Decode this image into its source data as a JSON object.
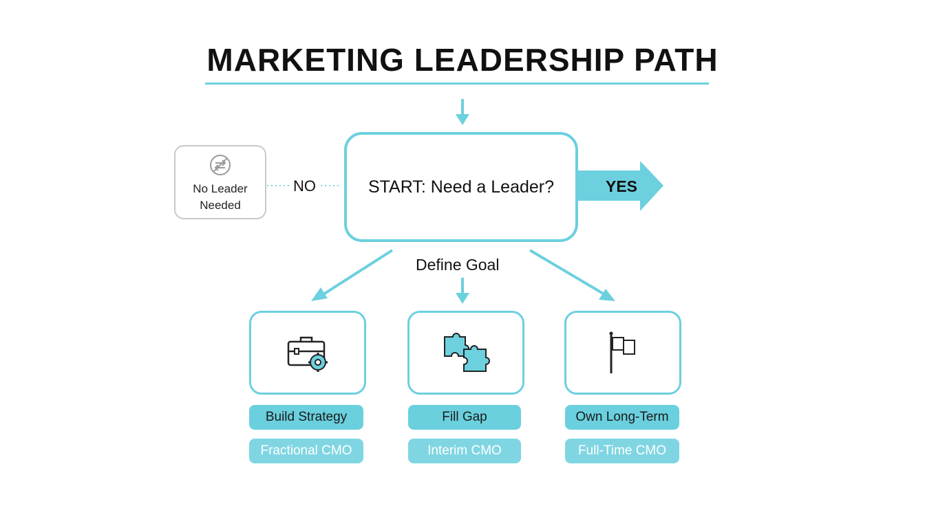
{
  "title": "MARKETING LEADERSHIP PATH",
  "start": {
    "label": "START: Need a Leader?"
  },
  "no_branch": {
    "edge_label": "NO",
    "box_label_line1": "No Leader",
    "box_label_line2": "Needed",
    "icon": "no-leader-icon"
  },
  "yes_branch": {
    "edge_label": "YES"
  },
  "goal_label": "Define Goal",
  "options": [
    {
      "icon": "briefcase-gear-icon",
      "goal": "Build Strategy",
      "role": "Fractional CMO"
    },
    {
      "icon": "puzzle-pieces-icon",
      "goal": "Fill Gap",
      "role": "Interim CMO"
    },
    {
      "icon": "flag-icon",
      "goal": "Own Long-Term",
      "role": "Full-Time CMO"
    }
  ],
  "colors": {
    "accent": "#6cd0de",
    "accent_pill": "#6ad0de",
    "accent_pill_soft": "#7fd6e2",
    "neutral_border": "#c9c9c9",
    "text": "#111111"
  }
}
